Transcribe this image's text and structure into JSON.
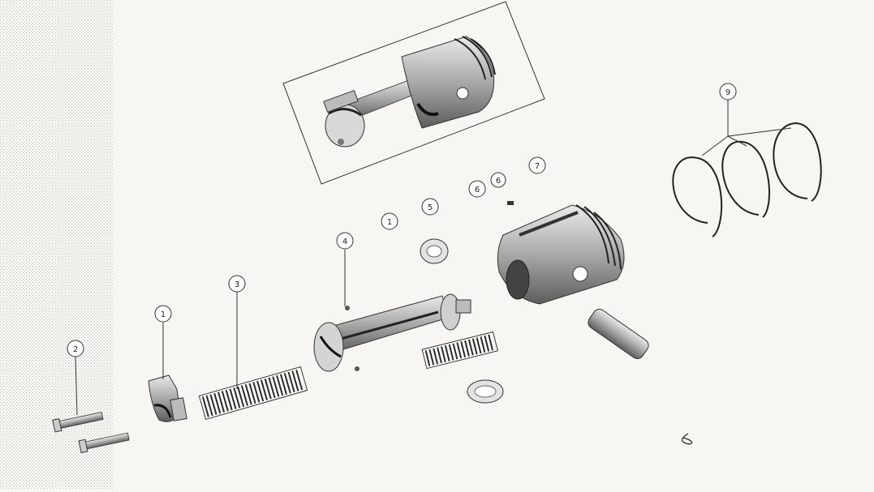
{
  "diagram": {
    "callouts": [
      {
        "id": "c1a",
        "label": "1"
      },
      {
        "id": "c2",
        "label": "2"
      },
      {
        "id": "c3",
        "label": "3"
      },
      {
        "id": "c4",
        "label": "4"
      },
      {
        "id": "c1b",
        "label": "1"
      },
      {
        "id": "c5",
        "label": "5"
      },
      {
        "id": "c6a",
        "label": "6"
      },
      {
        "id": "c6b",
        "label": "6"
      },
      {
        "id": "c7",
        "label": "7"
      },
      {
        "id": "c9",
        "label": "9"
      }
    ]
  },
  "colors": {
    "paper": "#f7f6f3",
    "ink": "#222222",
    "shade": "#8a8a8a"
  }
}
